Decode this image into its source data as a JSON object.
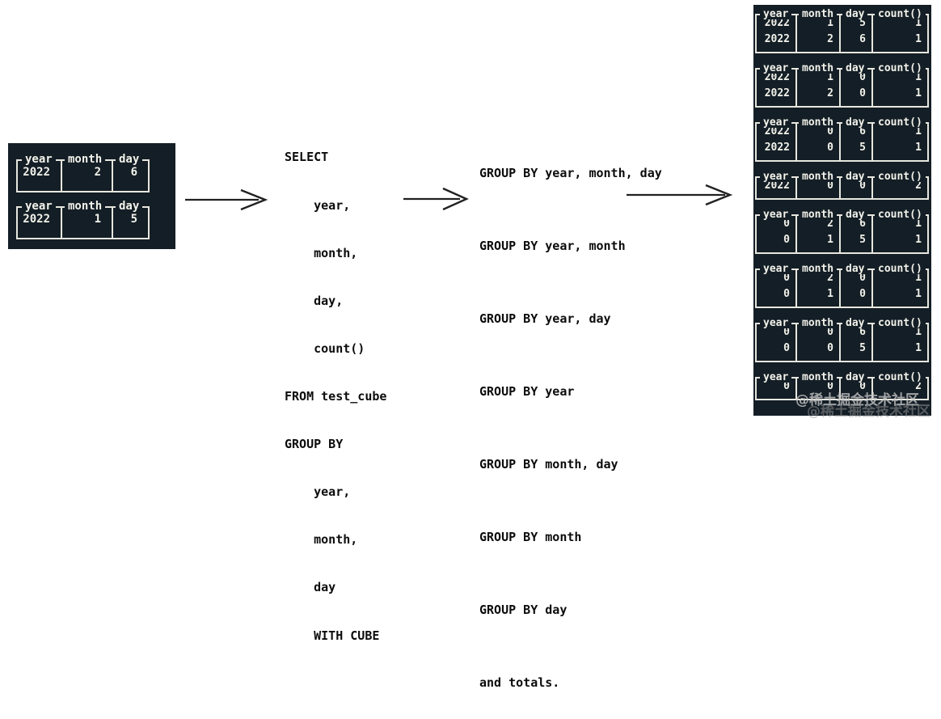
{
  "colors": {
    "panel_bg": "#141e26",
    "table_line": "#e7e7df",
    "table_text": "#f2f2ea",
    "code_text": "#0c0c0c",
    "arrow": "#212121",
    "page_bg": "#ffffff",
    "watermark": "#c9c9c9"
  },
  "input_panel": {
    "tables": [
      {
        "headers": [
          "year",
          "month",
          "day"
        ],
        "rows": [
          [
            "2022",
            "2",
            "6"
          ]
        ]
      },
      {
        "headers": [
          "year",
          "month",
          "day"
        ],
        "rows": [
          [
            "2022",
            "1",
            "5"
          ]
        ]
      }
    ]
  },
  "sql": {
    "lines": [
      "SELECT",
      "    year,",
      "    month,",
      "    day,",
      "    count()",
      "FROM test_cube",
      "GROUP BY",
      "    year,",
      "    month,",
      "    day",
      "    WITH CUBE"
    ]
  },
  "groupings": {
    "lines": [
      "GROUP BY year, month, day",
      "GROUP BY year, month",
      "GROUP BY year, day",
      "GROUP BY year",
      "GROUP BY month, day",
      "GROUP BY month",
      "GROUP BY day",
      "and totals."
    ]
  },
  "output_panel": {
    "tables": [
      {
        "headers": [
          "year",
          "month",
          "day",
          "count()"
        ],
        "rows": [
          [
            "2022",
            "1",
            "5",
            "1"
          ],
          [
            "2022",
            "2",
            "6",
            "1"
          ]
        ]
      },
      {
        "headers": [
          "year",
          "month",
          "day",
          "count()"
        ],
        "rows": [
          [
            "2022",
            "1",
            "0",
            "1"
          ],
          [
            "2022",
            "2",
            "0",
            "1"
          ]
        ]
      },
      {
        "headers": [
          "year",
          "month",
          "day",
          "count()"
        ],
        "rows": [
          [
            "2022",
            "0",
            "6",
            "1"
          ],
          [
            "2022",
            "0",
            "5",
            "1"
          ]
        ]
      },
      {
        "headers": [
          "year",
          "month",
          "day",
          "count()"
        ],
        "rows": [
          [
            "2022",
            "0",
            "0",
            "2"
          ]
        ]
      },
      {
        "headers": [
          "year",
          "month",
          "day",
          "count()"
        ],
        "rows": [
          [
            "0",
            "2",
            "6",
            "1"
          ],
          [
            "0",
            "1",
            "5",
            "1"
          ]
        ]
      },
      {
        "headers": [
          "year",
          "month",
          "day",
          "count()"
        ],
        "rows": [
          [
            "0",
            "2",
            "0",
            "1"
          ],
          [
            "0",
            "1",
            "0",
            "1"
          ]
        ]
      },
      {
        "headers": [
          "year",
          "month",
          "day",
          "count()"
        ],
        "rows": [
          [
            "0",
            "0",
            "6",
            "1"
          ],
          [
            "0",
            "0",
            "5",
            "1"
          ]
        ]
      },
      {
        "headers": [
          "year",
          "month",
          "day",
          "count()"
        ],
        "rows": [
          [
            "0",
            "0",
            "0",
            "2"
          ]
        ]
      }
    ]
  },
  "watermark": {
    "text": "@稀土掘金技术社区"
  }
}
